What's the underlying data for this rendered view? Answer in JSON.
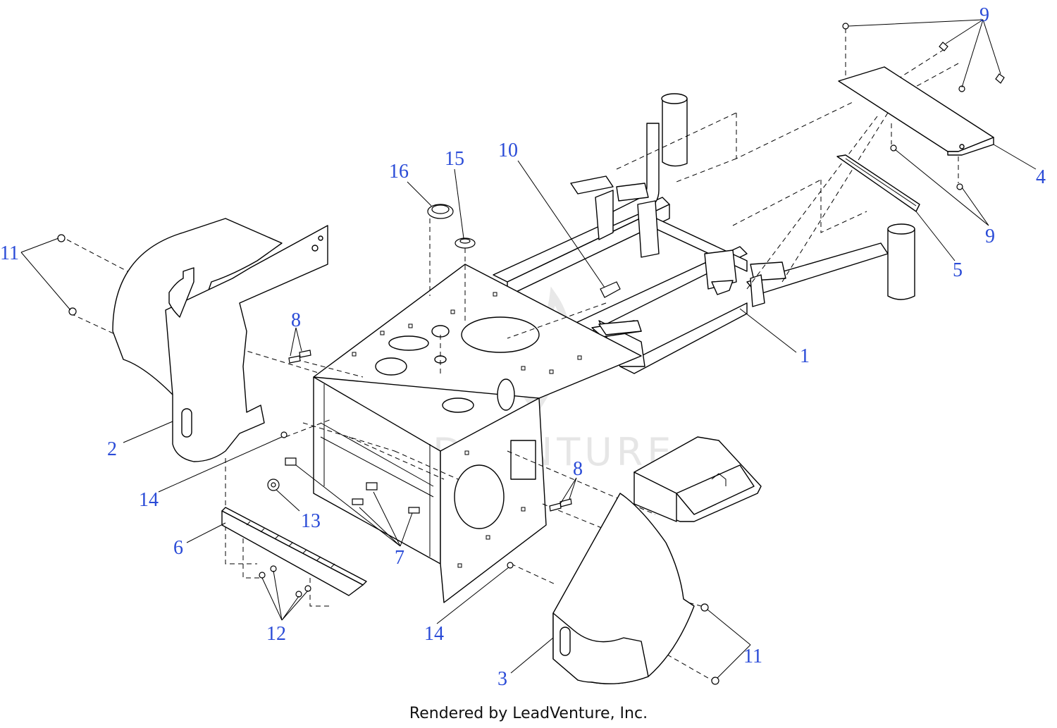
{
  "watermark": "LEADVENTURE",
  "footer": "Rendered by LeadVenture, Inc.",
  "callouts": [
    {
      "id": "c1",
      "label": "1"
    },
    {
      "id": "c2",
      "label": "2"
    },
    {
      "id": "c3",
      "label": "3"
    },
    {
      "id": "c4",
      "label": "4"
    },
    {
      "id": "c5",
      "label": "5"
    },
    {
      "id": "c6",
      "label": "6"
    },
    {
      "id": "c7",
      "label": "7"
    },
    {
      "id": "c8a",
      "label": "8"
    },
    {
      "id": "c8b",
      "label": "8"
    },
    {
      "id": "c9a",
      "label": "9"
    },
    {
      "id": "c9b",
      "label": "9"
    },
    {
      "id": "c10",
      "label": "10"
    },
    {
      "id": "c11a",
      "label": "11"
    },
    {
      "id": "c11b",
      "label": "11"
    },
    {
      "id": "c12",
      "label": "12"
    },
    {
      "id": "c13",
      "label": "13"
    },
    {
      "id": "c14a",
      "label": "14"
    },
    {
      "id": "c14b",
      "label": "14"
    },
    {
      "id": "c15",
      "label": "15"
    },
    {
      "id": "c16",
      "label": "16"
    }
  ],
  "colors": {
    "callout": "#2a4bd7",
    "line": "#000000",
    "watermark": "#e6e6e6"
  }
}
